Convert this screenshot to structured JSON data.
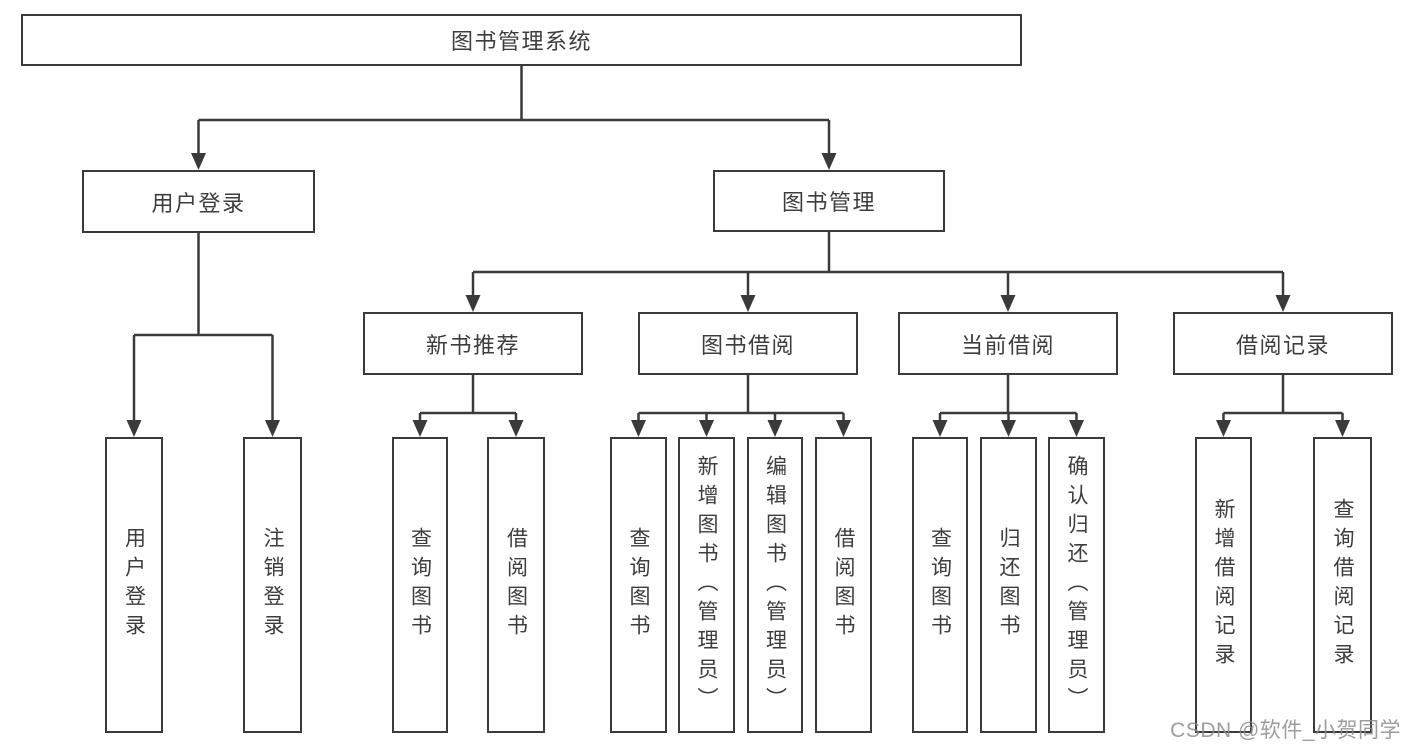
{
  "diagram_title": "图书管理系统",
  "colors": {
    "line": "#3a3a3a",
    "box_border": "#3a3a3a",
    "text": "#3d3d3d",
    "background": "#ffffff",
    "watermark": "#8c8c8c"
  },
  "tree": {
    "root": {
      "label": "图书管理系统",
      "children": [
        {
          "label": "用户登录",
          "children": [
            {
              "label": "用户登录"
            },
            {
              "label": "注销登录"
            }
          ]
        },
        {
          "label": "图书管理",
          "children": [
            {
              "label": "新书推荐",
              "children": [
                {
                  "label": "查询图书"
                },
                {
                  "label": "借阅图书"
                }
              ]
            },
            {
              "label": "图书借阅",
              "children": [
                {
                  "label": "查询图书"
                },
                {
                  "label": "新增图书（管理员）"
                },
                {
                  "label": "编辑图书（管理员）"
                },
                {
                  "label": "借阅图书"
                }
              ]
            },
            {
              "label": "当前借阅",
              "children": [
                {
                  "label": "查询图书"
                },
                {
                  "label": "归还图书"
                },
                {
                  "label": "确认归还（管理员）"
                }
              ]
            },
            {
              "label": "借阅记录",
              "children": [
                {
                  "label": "新增借阅记录"
                },
                {
                  "label": "查询借阅记录"
                }
              ]
            }
          ]
        }
      ]
    }
  },
  "watermark": {
    "text": "CSDN @软件_小贺同学"
  }
}
